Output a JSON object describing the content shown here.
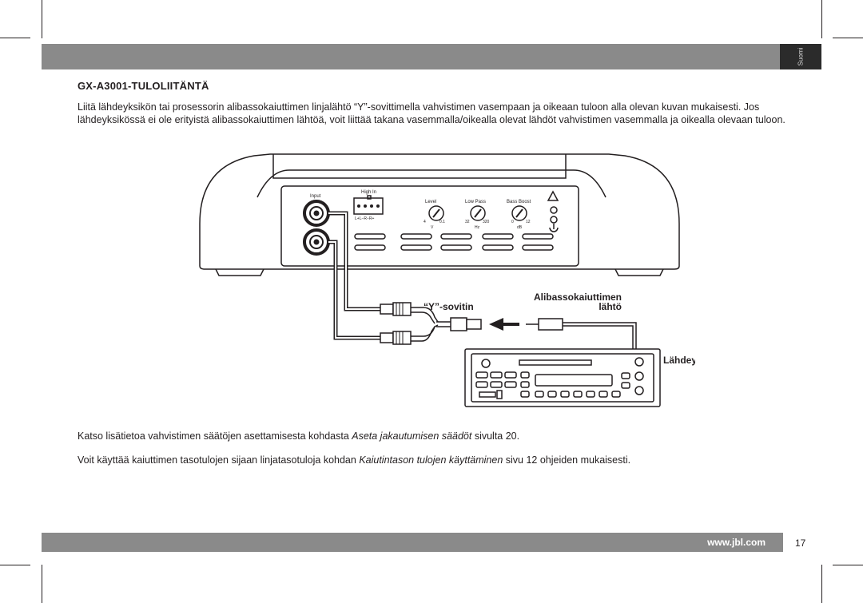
{
  "header": {
    "language_tab": "Suomi"
  },
  "section": {
    "title": "GX-A3001-TULOLIITÄNTÄ",
    "intro": "Liitä lähdeyksikön tai prosessorin alibassokaiuttimen linjalähtö “Y”-sovittimella vahvistimen vasempaan ja oikeaan tuloon alla olevan kuvan mukaisesti. Jos lähdeyksikössä ei ole erityistä alibassokaiuttimen lähtöä, voit liittää takana vasemmalla/oikealla olevat lähdöt vahvistimen vasemmalla ja oikealla olevaan tuloon."
  },
  "diagram": {
    "input_label": "Input",
    "high_in_label": "High In",
    "high_in_pins": "L+L−R−R+",
    "level_label": "Level",
    "level_min": "4",
    "level_max": "0.1",
    "level_unit": "V",
    "lowpass_label": "Low Pass",
    "lowpass_min": "32",
    "lowpass_max": "320",
    "lowpass_unit": "Hz",
    "bassboost_label": "Bass Boost",
    "bassboost_min": "0",
    "bassboost_max": "12",
    "bassboost_unit": "dB",
    "y_adapter_label": "“Y”-sovitin",
    "sub_out_line1": "Alibassokaiuttimen",
    "sub_out_line2": "lähtö",
    "source_unit_label": "Lähdeyksikkö"
  },
  "notes": {
    "settings_prefix": "Katso lisätietoa vahvistimen säätöjen asettamisesta kohdasta ",
    "settings_ref": "Aseta jakautumisen säädöt",
    "settings_suffix": " sivulta 20.",
    "speaker_prefix": "Voit käyttää kaiuttimen tasotulojen sijaan linjatasotuloja kohdan ",
    "speaker_ref": "Kaiutintason tulojen käyttäminen",
    "speaker_suffix": " sivu 12 ohjeiden mukaisesti."
  },
  "footer": {
    "url": "www.jbl.com",
    "page_number": "17"
  }
}
